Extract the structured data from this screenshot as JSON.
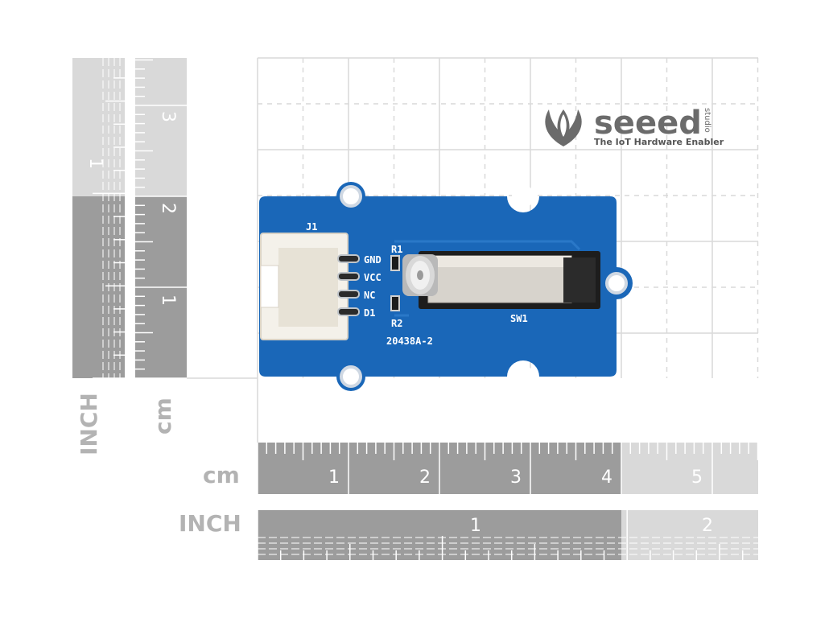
{
  "rulers": {
    "bottom_cm": {
      "unit": "cm",
      "ticks": [
        "1",
        "2",
        "3",
        "4",
        "5"
      ]
    },
    "bottom_inch": {
      "unit": "INCH",
      "ticks": [
        "1",
        "2"
      ]
    },
    "left_inch": {
      "unit": "INCH",
      "ticks": [
        "1"
      ]
    },
    "left_cm": {
      "unit": "cm",
      "ticks": [
        "1",
        "2",
        "3"
      ]
    }
  },
  "logo": {
    "brand": "seeed",
    "studio": "studio",
    "tagline": "The IoT Hardware Enabler"
  },
  "board": {
    "connector_label": "J1",
    "pins": [
      "GND",
      "VCC",
      "NC",
      "D1"
    ],
    "resistor_top": "R1",
    "resistor_bottom": "R2",
    "switch_label": "SW1",
    "part_number": "20438A-2"
  },
  "colors": {
    "pcb": "#1a67b8",
    "grid": "#d9d9d9",
    "ruler_dark": "#9c9c9c",
    "ruler_light": "#d7d7d7"
  }
}
